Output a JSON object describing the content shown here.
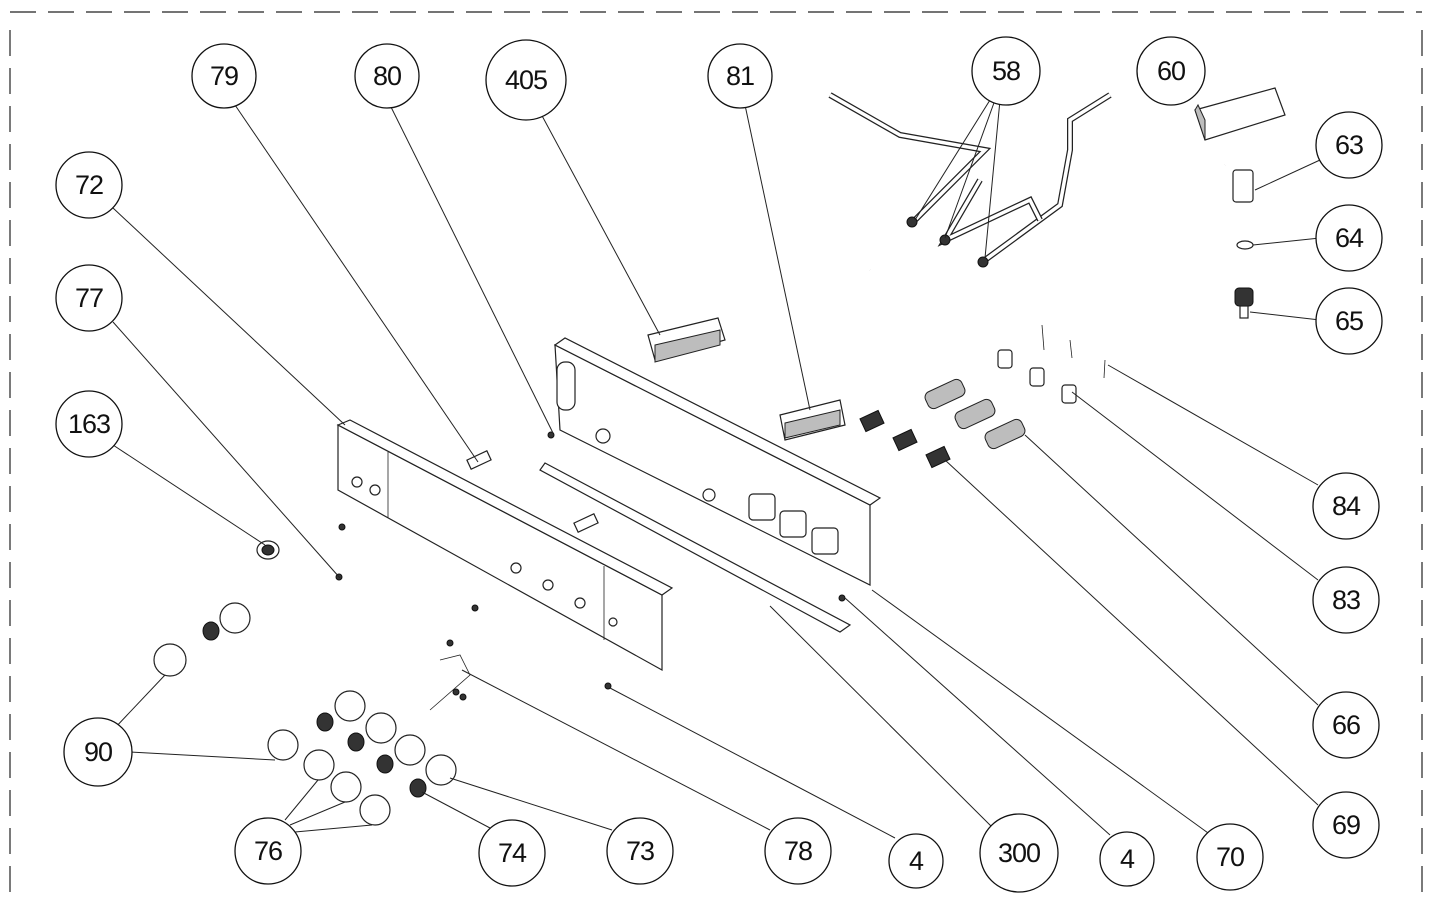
{
  "callouts": [
    {
      "id": "c79",
      "label": "79"
    },
    {
      "id": "c80",
      "label": "80"
    },
    {
      "id": "c405",
      "label": "405"
    },
    {
      "id": "c81",
      "label": "81"
    },
    {
      "id": "c58",
      "label": "58"
    },
    {
      "id": "c60",
      "label": "60"
    },
    {
      "id": "c63",
      "label": "63"
    },
    {
      "id": "c64",
      "label": "64"
    },
    {
      "id": "c65",
      "label": "65"
    },
    {
      "id": "c72",
      "label": "72"
    },
    {
      "id": "c77",
      "label": "77"
    },
    {
      "id": "c163",
      "label": "163"
    },
    {
      "id": "c84",
      "label": "84"
    },
    {
      "id": "c83",
      "label": "83"
    },
    {
      "id": "c66",
      "label": "66"
    },
    {
      "id": "c69",
      "label": "69"
    },
    {
      "id": "c90",
      "label": "90"
    },
    {
      "id": "c76",
      "label": "76"
    },
    {
      "id": "c74",
      "label": "74"
    },
    {
      "id": "c73",
      "label": "73"
    },
    {
      "id": "c78",
      "label": "78"
    },
    {
      "id": "c4a",
      "label": "4"
    },
    {
      "id": "c300",
      "label": "300"
    },
    {
      "id": "c4b",
      "label": "4"
    },
    {
      "id": "c70",
      "label": "70"
    }
  ],
  "colors": {
    "line": "#222222",
    "background": "#ffffff"
  }
}
